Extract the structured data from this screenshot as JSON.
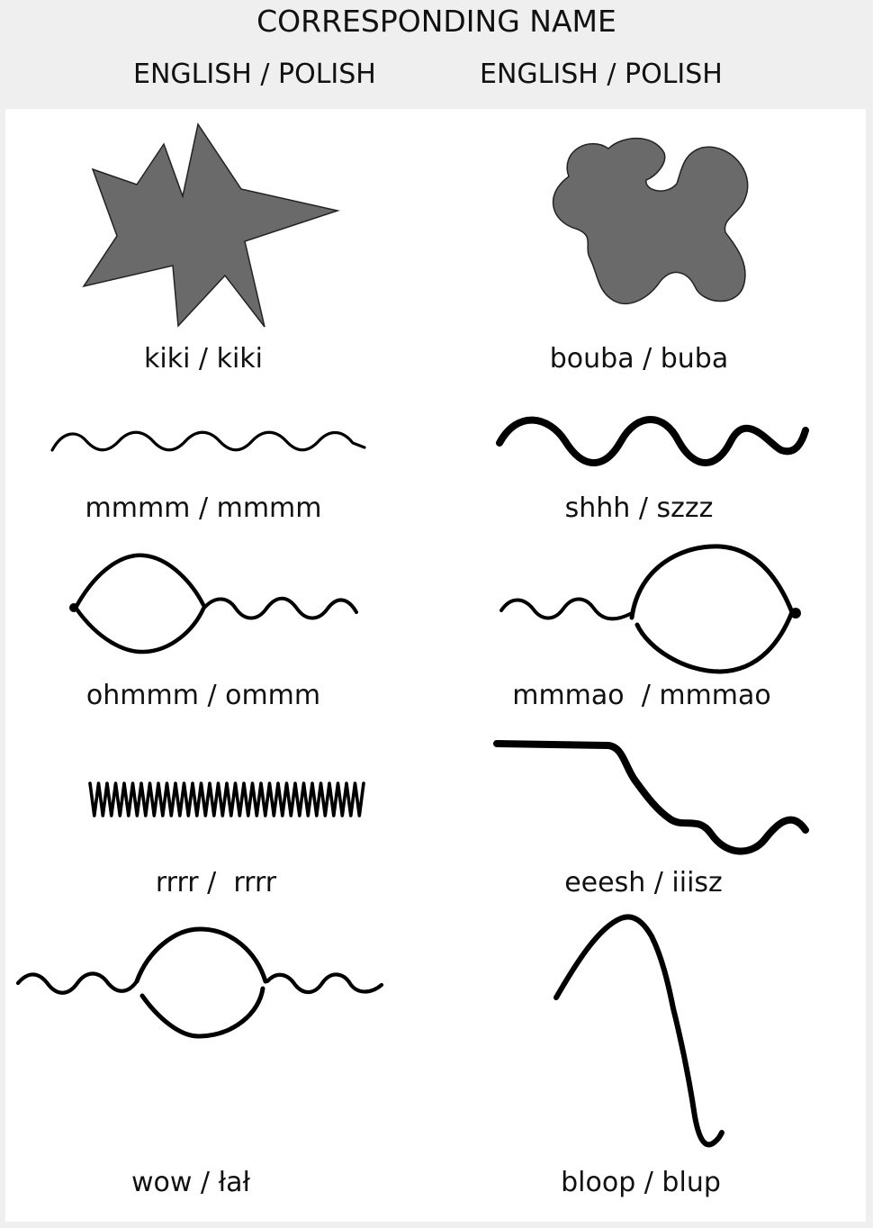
{
  "header": {
    "title": "CORRESPONDING NAME",
    "col_left": "ENGLISH / POLISH",
    "col_right": "ENGLISH / POLISH"
  },
  "shape_fill": "#6a6a6a",
  "items": [
    {
      "label": "kiki / kiki",
      "shape": "spiky-star"
    },
    {
      "label": "bouba / buba",
      "shape": "rounded-blob"
    },
    {
      "label": "mmmm / mmmm",
      "shape": "thin-wave"
    },
    {
      "label": "shhh / szzz",
      "shape": "thick-wave"
    },
    {
      "label": "ohmmm / ommm",
      "shape": "loop-then-wave"
    },
    {
      "label": "mmmao  / mmmao",
      "shape": "wave-then-loop"
    },
    {
      "label": "rrrr /  rrrr",
      "shape": "zigzag-coil"
    },
    {
      "label": "eeesh / iiisz",
      "shape": "step-down-wave"
    },
    {
      "label": "wow / łał",
      "shape": "wave-loop-wave"
    },
    {
      "label": "bloop / blup",
      "shape": "peak-drop"
    }
  ]
}
